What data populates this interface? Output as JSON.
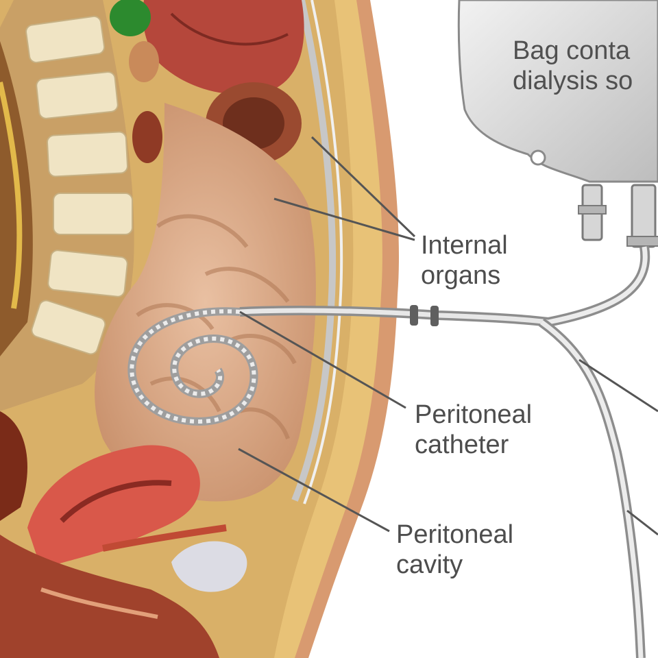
{
  "bag": {
    "line1": "Bag conta",
    "line2": "dialysis so"
  },
  "labels": {
    "internal_organs": {
      "line1": "Internal",
      "line2": "organs"
    },
    "peritoneal_catheter": {
      "line1": "Peritoneal",
      "line2": "catheter"
    },
    "peritoneal_cavity": {
      "line1": "Peritoneal",
      "line2": "cavity"
    }
  },
  "colors": {
    "fat_layer": "#e8c277",
    "muscle": "#c9503c",
    "skin": "#e0ae88",
    "intestine": "#d6a584",
    "bone": "#f0e4c4",
    "leader_line": "#555555",
    "bag": "#dcdcdc",
    "tube": "#cfcfcf"
  }
}
